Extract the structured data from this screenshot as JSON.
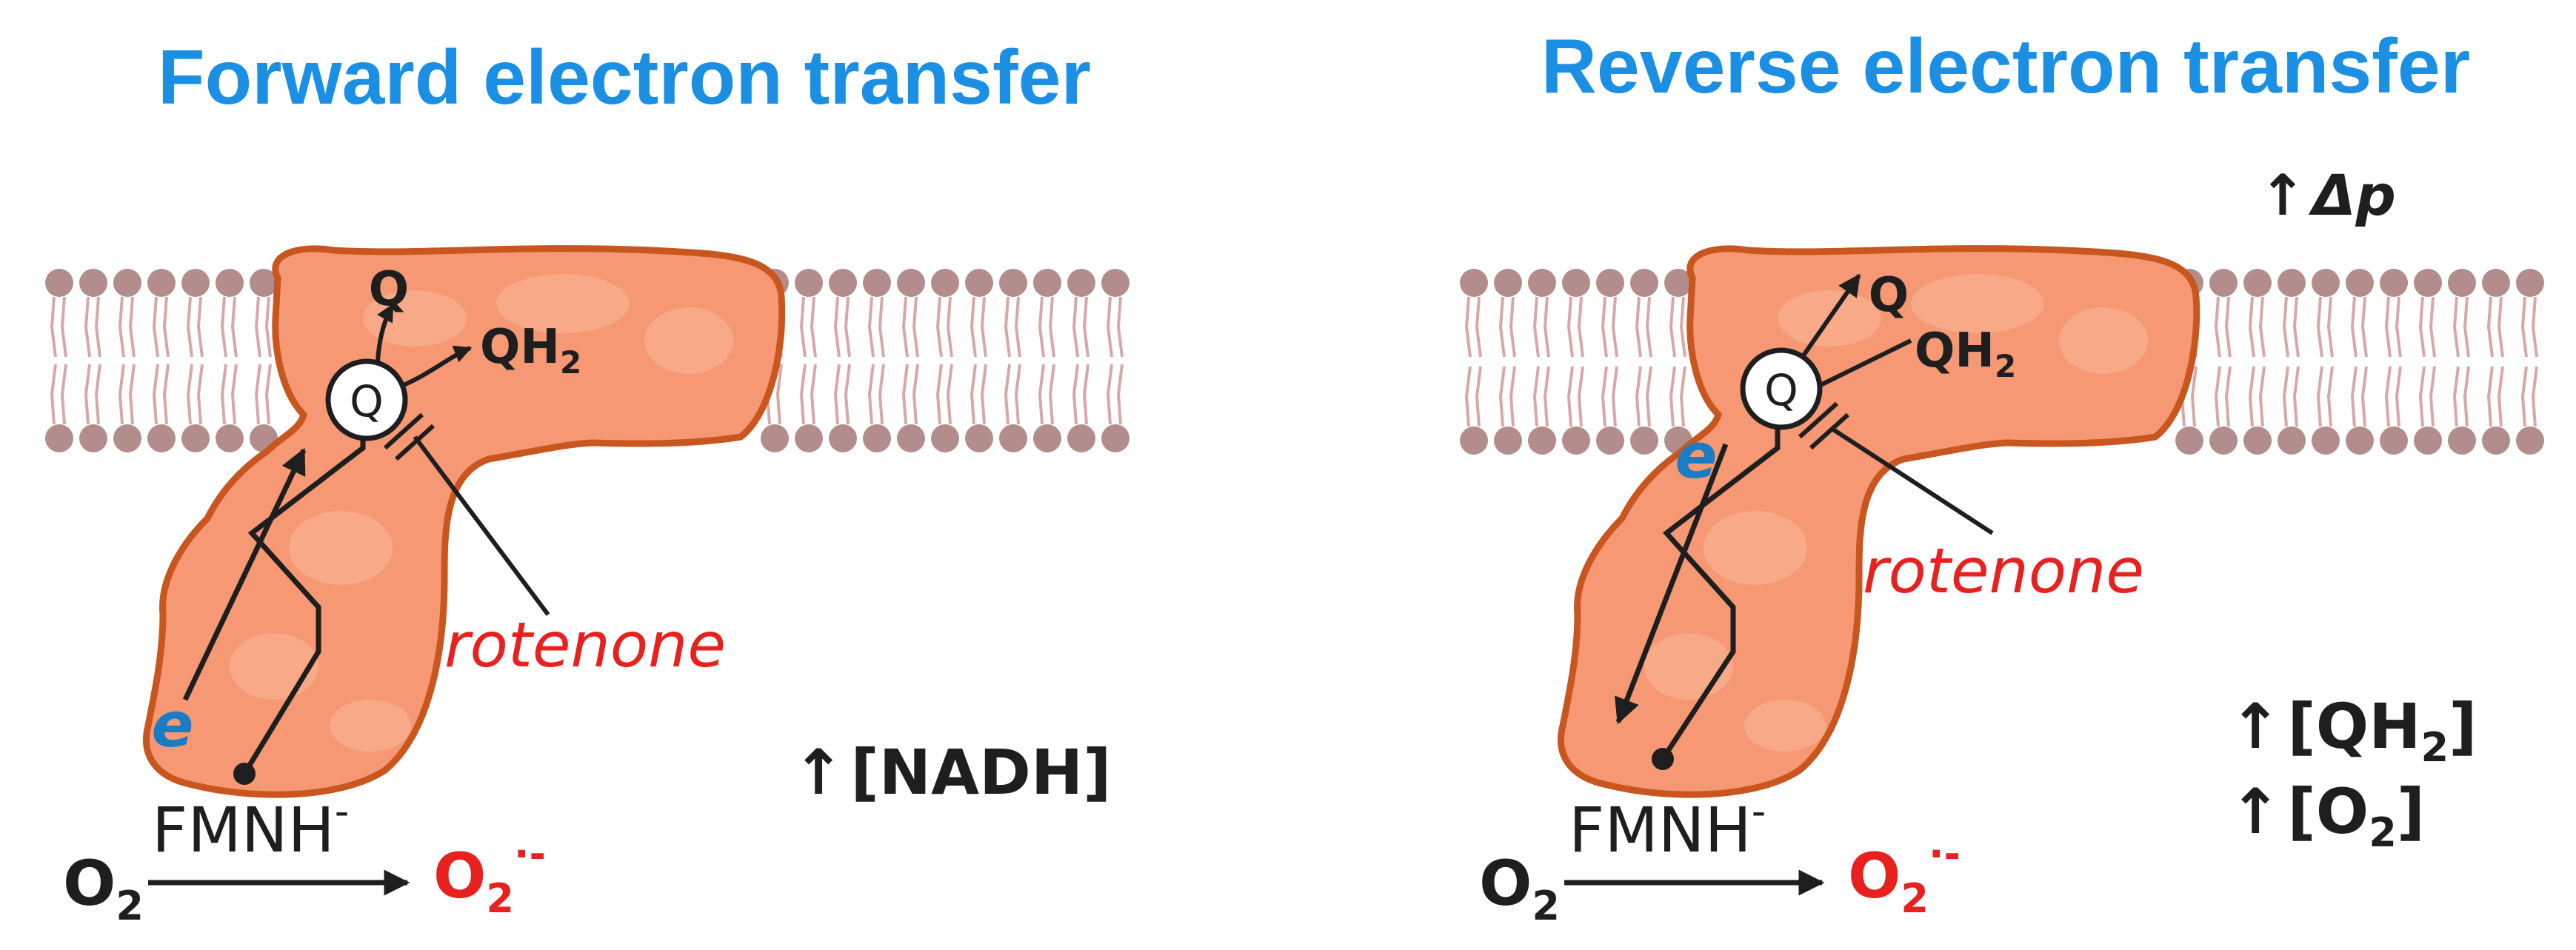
{
  "forward": {
    "title": "Forward electron transfer",
    "q_circle": "Q",
    "q_out": "Q",
    "qh2_main": "QH",
    "qh2_sub": "2",
    "electron": "e",
    "inhibitor": "rotenone",
    "flavin": "FMNH",
    "flavin_sup": "-",
    "o2_main": "O",
    "o2_sub": "2",
    "superoxide_main": "O",
    "superoxide_sub": "2",
    "superoxide_sup": "·-",
    "condition_arrow": "↑",
    "condition": "[NADH]"
  },
  "reverse": {
    "title": "Reverse electron transfer",
    "q_circle": "Q",
    "q_out": "Q",
    "qh2_main": "QH",
    "qh2_sub": "2",
    "electron": "e",
    "inhibitor": "rotenone",
    "flavin": "FMNH",
    "flavin_sup": "-",
    "o2_main": "O",
    "o2_sub": "2",
    "superoxide_main": "O",
    "superoxide_sub": "2",
    "superoxide_sup": "·-",
    "dp_arrow": "↑",
    "dp": "Δp",
    "cond1_arrow": "↑",
    "cond1_open": "[QH",
    "cond1_sub": "2",
    "cond1_close": "]",
    "cond2_arrow": "↑",
    "cond2_open": "[O",
    "cond2_sub": "2",
    "cond2_close": "]"
  },
  "colors": {
    "title": "#1a8fe3",
    "protein_fill": "#f59873",
    "protein_stroke": "#c8561e",
    "lipid_head": "#b38c8c",
    "lipid_tail": "#d9a7a7",
    "inhibitor": "#e8201e",
    "electron": "#1a7cc4"
  }
}
